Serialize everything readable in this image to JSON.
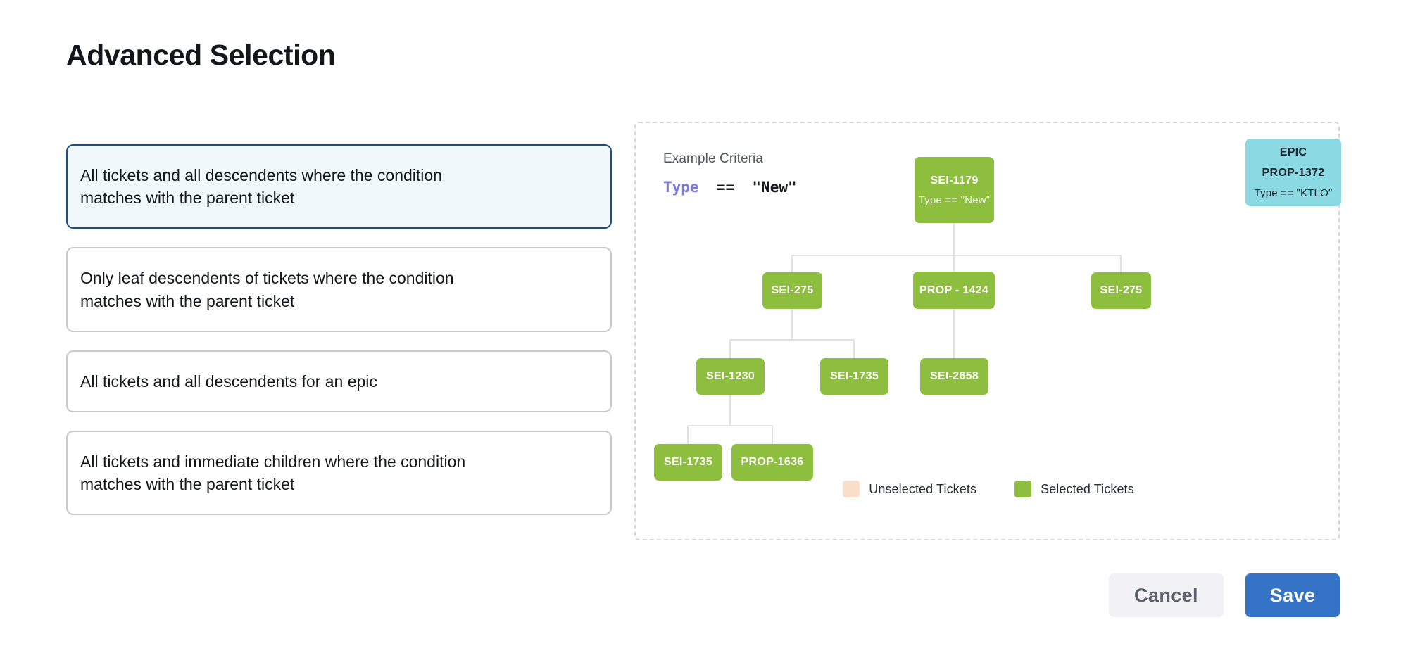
{
  "page": {
    "title": "Advanced Selection"
  },
  "options": [
    {
      "id": "all-descendents-condition",
      "lines": [
        "All tickets and all descendents where the condition",
        "matches with the parent ticket"
      ],
      "selected": true
    },
    {
      "id": "leaf-descendents-condition",
      "lines": [
        "Only leaf descendents of tickets where the condition",
        "matches with the parent ticket"
      ],
      "selected": false
    },
    {
      "id": "all-descendents-epic",
      "lines": [
        "All tickets and all descendents for an epic"
      ],
      "selected": false
    },
    {
      "id": "immediate-children-condition",
      "lines": [
        "All tickets and immediate children where the condition",
        "matches with the parent ticket"
      ],
      "selected": false
    }
  ],
  "diagram": {
    "criteria_label": "Example Criteria",
    "criteria_key": "Type",
    "criteria_rest": "  ==  \"New\"",
    "nodes": {
      "root": {
        "label": "SEI-1179",
        "sub": "Type == \"New\""
      },
      "epic": {
        "kicker": "EPIC",
        "label": "PROP-1372",
        "sub": "Type == \"KTLO\""
      },
      "r2c1": {
        "label": "SEI-275"
      },
      "r2c2": {
        "label": "PROP - 1424"
      },
      "r2c3": {
        "label": "SEI-275"
      },
      "r3c1": {
        "label": "SEI-1230"
      },
      "r3c2": {
        "label": "SEI-1735"
      },
      "r3c3": {
        "label": "SEI-2658"
      },
      "r4c1": {
        "label": "SEI-1735"
      },
      "r4c2": {
        "label": "PROP-1636"
      }
    },
    "legend": [
      {
        "label": "Unselected Tickets",
        "color": "#fae0ca"
      },
      {
        "label": "Selected Tickets",
        "color": "#8dbe3d"
      }
    ]
  },
  "footer": {
    "cancel_label": "Cancel",
    "save_label": "Save"
  },
  "colors": {
    "selected_node": "#8dbe3d",
    "epic_node": "#8bd9e3",
    "unselected_node": "#fae0ca",
    "accent_blue": "#3573c6",
    "selected_option_border": "#1f4e87",
    "selected_option_bg": "#f0f8fb",
    "criteria_key": "#7b78e8",
    "connector": "#d9d9de"
  }
}
